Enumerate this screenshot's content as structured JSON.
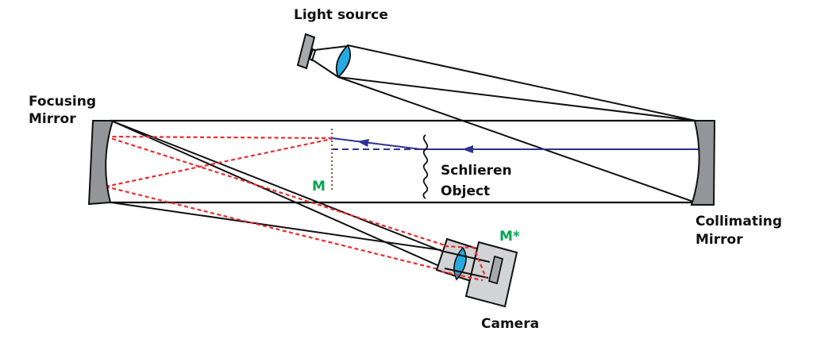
{
  "labels": {
    "light_source": "Light source",
    "focusing_mirror_line1": "Focusing",
    "focusing_mirror_line2": "Mirror",
    "collimating_mirror_line1": "Collimating",
    "collimating_mirror_line2": "Mirror",
    "schlieren_object_line1": "Schlieren",
    "schlieren_object_line2": "Object",
    "camera": "Camera",
    "knife_edge_marker": "M",
    "image_plane_marker": "M*"
  },
  "colors": {
    "mirror_fill": "#939598",
    "lens_fill": "#27aae1",
    "light_source_fill": "#a7a9ac",
    "camera_fill": "#d1d3d4",
    "red_ray": "#ef2b2d",
    "blue_ray": "#2e3192",
    "marker_green": "#00a651",
    "knife_edge": "#8b5e3c",
    "outline": "#111111"
  }
}
